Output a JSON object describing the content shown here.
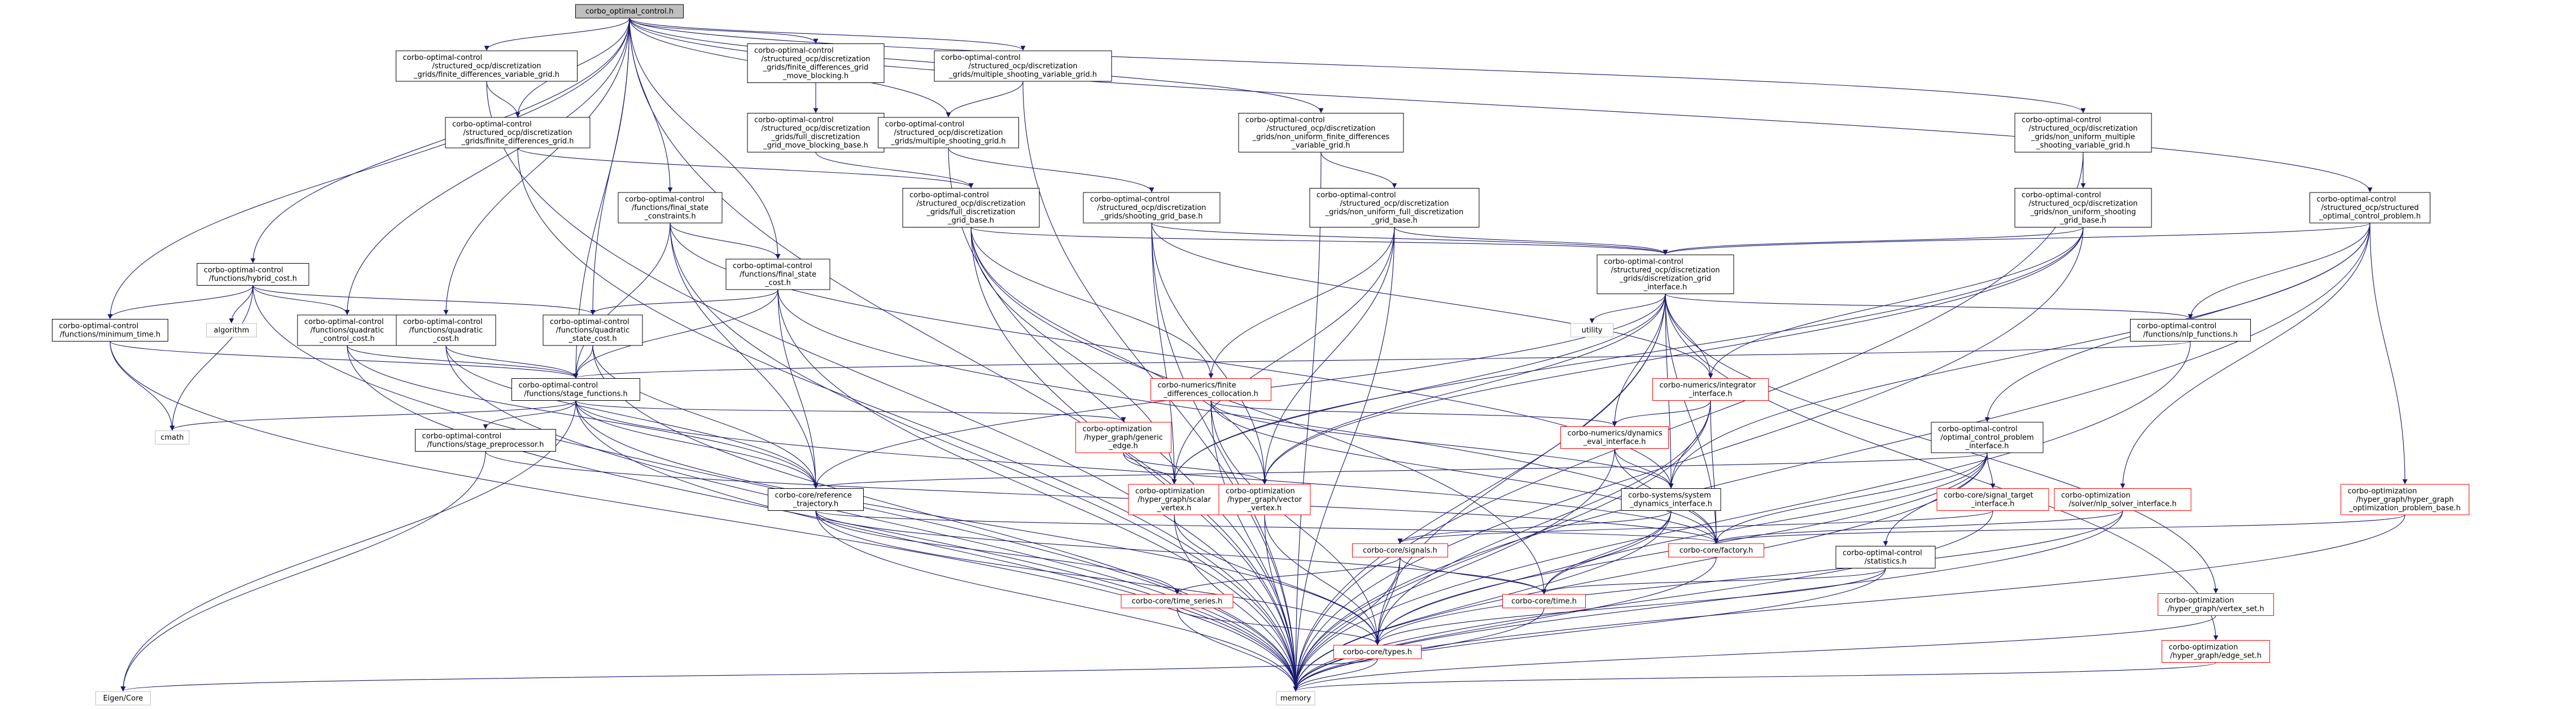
{
  "colors": {
    "edge": "#191970",
    "root_fill": "#bfbfbf",
    "node_border": "#000000",
    "missing_border": "#ff0000",
    "external_border": "#bfbfbf",
    "node_fill": "#ffffff"
  },
  "nodes": [
    {
      "id": "root",
      "kind": "root",
      "lines": [
        "corbo_optimal_control.h"
      ]
    },
    {
      "id": "fd_var",
      "kind": "normal",
      "lines": [
        "corbo-optimal-control",
        "/structured_ocp/discretization",
        "_grids/finite_differences_variable_grid.h"
      ]
    },
    {
      "id": "fd_mb",
      "kind": "normal",
      "lines": [
        "corbo-optimal-control",
        "/structured_ocp/discretization",
        "_grids/finite_differences_grid",
        "_move_blocking.h"
      ]
    },
    {
      "id": "ms_var",
      "kind": "normal",
      "lines": [
        "corbo-optimal-control",
        "/structured_ocp/discretization",
        "_grids/multiple_shooting_variable_grid.h"
      ]
    },
    {
      "id": "fd_grid",
      "kind": "normal",
      "lines": [
        "corbo-optimal-control",
        "/structured_ocp/discretization",
        "_grids/finite_differences_grid.h"
      ]
    },
    {
      "id": "full_mb",
      "kind": "normal",
      "lines": [
        "corbo-optimal-control",
        "/structured_ocp/discretization",
        "_grids/full_discretization",
        "_grid_move_blocking_base.h"
      ]
    },
    {
      "id": "ms_grid",
      "kind": "normal",
      "lines": [
        "corbo-optimal-control",
        "/structured_ocp/discretization",
        "_grids/multiple_shooting_grid.h"
      ]
    },
    {
      "id": "nu_fd",
      "kind": "normal",
      "lines": [
        "corbo-optimal-control",
        "/structured_ocp/discretization",
        "_grids/non_uniform_finite_differences",
        "_variable_grid.h"
      ]
    },
    {
      "id": "nu_ms",
      "kind": "normal",
      "lines": [
        "corbo-optimal-control",
        "/structured_ocp/discretization",
        "_grids/non_uniform_multiple",
        "_shooting_variable_grid.h"
      ]
    },
    {
      "id": "final_state_con",
      "kind": "normal",
      "lines": [
        "corbo-optimal-control",
        "/functions/final_state",
        "_constraints.h"
      ]
    },
    {
      "id": "full_base",
      "kind": "normal",
      "lines": [
        "corbo-optimal-control",
        "/structured_ocp/discretization",
        "_grids/full_discretization",
        "_grid_base.h"
      ]
    },
    {
      "id": "shoot_base",
      "kind": "normal",
      "lines": [
        "corbo-optimal-control",
        "/structured_ocp/discretization",
        "_grids/shooting_grid_base.h"
      ]
    },
    {
      "id": "nu_full",
      "kind": "normal",
      "lines": [
        "corbo-optimal-control",
        "/structured_ocp/discretization",
        "_grids/non_uniform_full_discretization",
        "_grid_base.h"
      ]
    },
    {
      "id": "nu_shoot_base",
      "kind": "normal",
      "lines": [
        "corbo-optimal-control",
        "/structured_ocp/discretization",
        "_grids/non_uniform_shooting",
        "_grid_base.h"
      ]
    },
    {
      "id": "struct_ocp",
      "kind": "normal",
      "lines": [
        "corbo-optimal-control",
        "/structured_ocp/structured",
        "_optimal_control_problem.h"
      ]
    },
    {
      "id": "hybrid_cost",
      "kind": "normal",
      "lines": [
        "corbo-optimal-control",
        "/functions/hybrid_cost.h"
      ]
    },
    {
      "id": "final_state_cost",
      "kind": "normal",
      "lines": [
        "corbo-optimal-control",
        "/functions/final_state",
        "_cost.h"
      ]
    },
    {
      "id": "disc_iface",
      "kind": "normal",
      "lines": [
        "corbo-optimal-control",
        "/structured_ocp/discretization",
        "_grids/discretization_grid",
        "_interface.h"
      ]
    },
    {
      "id": "min_time",
      "kind": "normal",
      "lines": [
        "corbo-optimal-control",
        "/functions/minimum_time.h"
      ]
    },
    {
      "id": "algorithm",
      "kind": "external",
      "lines": [
        "algorithm"
      ]
    },
    {
      "id": "quad_ctrl",
      "kind": "normal",
      "lines": [
        "corbo-optimal-control",
        "/functions/quadratic",
        "_control_cost.h"
      ]
    },
    {
      "id": "quad_cost",
      "kind": "normal",
      "lines": [
        "corbo-optimal-control",
        "/functions/quadratic",
        "_cost.h"
      ]
    },
    {
      "id": "quad_state",
      "kind": "normal",
      "lines": [
        "corbo-optimal-control",
        "/functions/quadratic",
        "_state_cost.h"
      ]
    },
    {
      "id": "utility",
      "kind": "external",
      "lines": [
        "utility"
      ]
    },
    {
      "id": "nlp_funcs",
      "kind": "normal",
      "lines": [
        "corbo-optimal-control",
        "/functions/nlp_functions.h"
      ]
    },
    {
      "id": "stage_funcs",
      "kind": "normal",
      "lines": [
        "corbo-optimal-control",
        "/functions/stage_functions.h"
      ]
    },
    {
      "id": "fd_colloc",
      "kind": "missing",
      "lines": [
        "corbo-numerics/finite",
        "_differences_collocation.h"
      ]
    },
    {
      "id": "integrator",
      "kind": "missing",
      "lines": [
        "corbo-numerics/integrator",
        "_interface.h"
      ]
    },
    {
      "id": "cmath",
      "kind": "external",
      "lines": [
        "cmath"
      ]
    },
    {
      "id": "generic_edge",
      "kind": "missing",
      "lines": [
        "corbo-optimization",
        "/hyper_graph/generic",
        "_edge.h"
      ]
    },
    {
      "id": "dyn_eval",
      "kind": "missing",
      "lines": [
        "corbo-numerics/dynamics",
        "_eval_interface.h"
      ]
    },
    {
      "id": "ocp_iface",
      "kind": "normal",
      "lines": [
        "corbo-optimal-control",
        "/optimal_control_problem",
        "_interface.h"
      ]
    },
    {
      "id": "stage_pre",
      "kind": "normal",
      "lines": [
        "corbo-optimal-control",
        "/functions/stage_preprocessor.h"
      ]
    },
    {
      "id": "ref_traj",
      "kind": "normal",
      "lines": [
        "corbo-core/reference",
        "_trajectory.h"
      ]
    },
    {
      "id": "scalar_vertex",
      "kind": "missing",
      "lines": [
        "corbo-optimization",
        "/hyper_graph/scalar",
        "_vertex.h"
      ]
    },
    {
      "id": "vector_vertex",
      "kind": "missing",
      "lines": [
        "corbo-optimization",
        "/hyper_graph/vector",
        "_vertex.h"
      ]
    },
    {
      "id": "sys_dyn",
      "kind": "normal",
      "lines": [
        "corbo-systems/system",
        "_dynamics_interface.h"
      ]
    },
    {
      "id": "signal_target",
      "kind": "missing",
      "lines": [
        "corbo-core/signal_target",
        "_interface.h"
      ]
    },
    {
      "id": "nlp_solver",
      "kind": "missing",
      "lines": [
        "corbo-optimization",
        "/solver/nlp_solver_interface.h"
      ]
    },
    {
      "id": "hyper_graph_base",
      "kind": "missing",
      "lines": [
        "corbo-optimization",
        "/hyper_graph/hyper_graph",
        "_optimization_problem_base.h"
      ]
    },
    {
      "id": "factory",
      "kind": "missing",
      "lines": [
        "corbo-core/factory.h"
      ]
    },
    {
      "id": "statistics",
      "kind": "normal",
      "lines": [
        "corbo-optimal-control",
        "/statistics.h"
      ]
    },
    {
      "id": "signals",
      "kind": "missing",
      "lines": [
        "corbo-core/signals.h"
      ]
    },
    {
      "id": "time_series",
      "kind": "missing",
      "lines": [
        "corbo-core/time_series.h"
      ]
    },
    {
      "id": "time",
      "kind": "missing",
      "lines": [
        "corbo-core/time.h"
      ]
    },
    {
      "id": "vertex_set",
      "kind": "missing",
      "lines": [
        "corbo-optimization",
        "/hyper_graph/vertex_set.h"
      ]
    },
    {
      "id": "types",
      "kind": "missing",
      "lines": [
        "corbo-core/types.h"
      ]
    },
    {
      "id": "edge_set",
      "kind": "missing",
      "lines": [
        "corbo-optimization",
        "/hyper_graph/edge_set.h"
      ]
    },
    {
      "id": "eigen_core",
      "kind": "external",
      "lines": [
        "Eigen/Core"
      ]
    },
    {
      "id": "memory",
      "kind": "external",
      "lines": [
        "memory"
      ]
    }
  ],
  "edges": [
    [
      "root",
      "fd_var"
    ],
    [
      "root",
      "fd_mb"
    ],
    [
      "root",
      "ms_var"
    ],
    [
      "root",
      "ms_grid"
    ],
    [
      "root",
      "fd_grid"
    ],
    [
      "root",
      "nu_fd"
    ],
    [
      "root",
      "nu_ms"
    ],
    [
      "root",
      "struct_ocp"
    ],
    [
      "root",
      "final_state_con"
    ],
    [
      "root",
      "final_state_cost"
    ],
    [
      "root",
      "hybrid_cost"
    ],
    [
      "root",
      "min_time"
    ],
    [
      "root",
      "quad_ctrl"
    ],
    [
      "root",
      "quad_cost"
    ],
    [
      "root",
      "quad_state"
    ],
    [
      "root",
      "stage_funcs"
    ],
    [
      "root",
      "memory"
    ],
    [
      "fd_var",
      "fd_grid"
    ],
    [
      "fd_var",
      "memory"
    ],
    [
      "fd_mb",
      "full_mb"
    ],
    [
      "ms_var",
      "ms_grid"
    ],
    [
      "ms_var",
      "memory"
    ],
    [
      "fd_grid",
      "full_base"
    ],
    [
      "fd_grid",
      "memory"
    ],
    [
      "full_mb",
      "full_base"
    ],
    [
      "ms_grid",
      "shoot_base"
    ],
    [
      "ms_grid",
      "memory"
    ],
    [
      "nu_fd",
      "nu_full"
    ],
    [
      "nu_fd",
      "memory"
    ],
    [
      "nu_ms",
      "nu_shoot_base"
    ],
    [
      "nu_ms",
      "memory"
    ],
    [
      "final_state_con",
      "final_state_cost"
    ],
    [
      "final_state_con",
      "stage_funcs"
    ],
    [
      "final_state_con",
      "ref_traj"
    ],
    [
      "final_state_con",
      "sys_dyn"
    ],
    [
      "final_state_con",
      "memory"
    ],
    [
      "full_base",
      "disc_iface"
    ],
    [
      "full_base",
      "fd_colloc"
    ],
    [
      "full_base",
      "scalar_vertex"
    ],
    [
      "full_base",
      "vector_vertex"
    ],
    [
      "full_base",
      "time"
    ],
    [
      "full_base",
      "memory"
    ],
    [
      "shoot_base",
      "disc_iface"
    ],
    [
      "shoot_base",
      "integrator"
    ],
    [
      "shoot_base",
      "scalar_vertex"
    ],
    [
      "shoot_base",
      "vector_vertex"
    ],
    [
      "shoot_base",
      "memory"
    ],
    [
      "nu_full",
      "disc_iface"
    ],
    [
      "nu_full",
      "fd_colloc"
    ],
    [
      "nu_full",
      "scalar_vertex"
    ],
    [
      "nu_full",
      "vector_vertex"
    ],
    [
      "nu_full",
      "memory"
    ],
    [
      "nu_shoot_base",
      "disc_iface"
    ],
    [
      "nu_shoot_base",
      "integrator"
    ],
    [
      "nu_shoot_base",
      "scalar_vertex"
    ],
    [
      "nu_shoot_base",
      "vector_vertex"
    ],
    [
      "nu_shoot_base",
      "memory"
    ],
    [
      "struct_ocp",
      "disc_iface"
    ],
    [
      "struct_ocp",
      "nlp_funcs"
    ],
    [
      "struct_ocp",
      "ocp_iface"
    ],
    [
      "struct_ocp",
      "nlp_solver"
    ],
    [
      "struct_ocp",
      "hyper_graph_base"
    ],
    [
      "struct_ocp",
      "sys_dyn"
    ],
    [
      "struct_ocp",
      "memory"
    ],
    [
      "hybrid_cost",
      "min_time"
    ],
    [
      "hybrid_cost",
      "quad_ctrl"
    ],
    [
      "hybrid_cost",
      "quad_state"
    ],
    [
      "hybrid_cost",
      "algorithm"
    ],
    [
      "hybrid_cost",
      "cmath"
    ],
    [
      "hybrid_cost",
      "memory"
    ],
    [
      "final_state_cost",
      "quad_state"
    ],
    [
      "final_state_cost",
      "stage_funcs"
    ],
    [
      "final_state_cost",
      "ref_traj"
    ],
    [
      "final_state_cost",
      "memory"
    ],
    [
      "final_state_cost",
      "factory"
    ],
    [
      "disc_iface",
      "nlp_funcs"
    ],
    [
      "disc_iface",
      "utility"
    ],
    [
      "disc_iface",
      "integrator"
    ],
    [
      "disc_iface",
      "dyn_eval"
    ],
    [
      "disc_iface",
      "ref_traj"
    ],
    [
      "disc_iface",
      "scalar_vertex"
    ],
    [
      "disc_iface",
      "vector_vertex"
    ],
    [
      "disc_iface",
      "sys_dyn"
    ],
    [
      "disc_iface",
      "factory"
    ],
    [
      "disc_iface",
      "types"
    ],
    [
      "disc_iface",
      "vertex_set"
    ],
    [
      "disc_iface",
      "edge_set"
    ],
    [
      "disc_iface",
      "memory"
    ],
    [
      "min_time",
      "stage_funcs"
    ],
    [
      "min_time",
      "cmath"
    ],
    [
      "min_time",
      "memory"
    ],
    [
      "quad_ctrl",
      "stage_funcs"
    ],
    [
      "quad_ctrl",
      "ref_traj"
    ],
    [
      "quad_ctrl",
      "memory"
    ],
    [
      "quad_cost",
      "stage_funcs"
    ],
    [
      "quad_cost",
      "ref_traj"
    ],
    [
      "quad_cost",
      "memory"
    ],
    [
      "quad_state",
      "stage_funcs"
    ],
    [
      "quad_state",
      "ref_traj"
    ],
    [
      "quad_state",
      "memory"
    ],
    [
      "nlp_funcs",
      "stage_funcs"
    ],
    [
      "nlp_funcs",
      "memory"
    ],
    [
      "stage_funcs",
      "stage_pre"
    ],
    [
      "stage_funcs",
      "generic_edge"
    ],
    [
      "stage_funcs",
      "ref_traj"
    ],
    [
      "stage_funcs",
      "cmath"
    ],
    [
      "stage_funcs",
      "types"
    ],
    [
      "stage_funcs",
      "factory"
    ],
    [
      "stage_funcs",
      "eigen_core"
    ],
    [
      "stage_funcs",
      "memory"
    ],
    [
      "fd_colloc",
      "dyn_eval"
    ],
    [
      "fd_colloc",
      "sys_dyn"
    ],
    [
      "fd_colloc",
      "types"
    ],
    [
      "fd_colloc",
      "factory"
    ],
    [
      "fd_colloc",
      "memory"
    ],
    [
      "integrator",
      "dyn_eval"
    ],
    [
      "integrator",
      "sys_dyn"
    ],
    [
      "integrator",
      "types"
    ],
    [
      "integrator",
      "factory"
    ],
    [
      "integrator",
      "memory"
    ],
    [
      "generic_edge",
      "scalar_vertex"
    ],
    [
      "generic_edge",
      "vector_vertex"
    ],
    [
      "dyn_eval",
      "sys_dyn"
    ],
    [
      "dyn_eval",
      "factory"
    ],
    [
      "dyn_eval",
      "memory"
    ],
    [
      "ocp_iface",
      "ref_traj"
    ],
    [
      "ocp_iface",
      "signal_target"
    ],
    [
      "ocp_iface",
      "statistics"
    ],
    [
      "ocp_iface",
      "time"
    ],
    [
      "ocp_iface",
      "factory"
    ],
    [
      "ocp_iface",
      "types"
    ],
    [
      "ocp_iface",
      "memory"
    ],
    [
      "stage_pre",
      "factory"
    ],
    [
      "stage_pre",
      "eigen_core"
    ],
    [
      "ref_traj",
      "time_series"
    ],
    [
      "ref_traj",
      "types"
    ],
    [
      "ref_traj",
      "time"
    ],
    [
      "ref_traj",
      "factory"
    ],
    [
      "ref_traj",
      "memory"
    ],
    [
      "scalar_vertex",
      "types"
    ],
    [
      "scalar_vertex",
      "memory"
    ],
    [
      "vector_vertex",
      "types"
    ],
    [
      "vector_vertex",
      "memory"
    ],
    [
      "sys_dyn",
      "signals"
    ],
    [
      "sys_dyn",
      "time"
    ],
    [
      "sys_dyn",
      "types"
    ],
    [
      "sys_dyn",
      "memory"
    ],
    [
      "signal_target",
      "signals"
    ],
    [
      "signal_target",
      "memory"
    ],
    [
      "nlp_solver",
      "factory"
    ],
    [
      "nlp_solver",
      "types"
    ],
    [
      "nlp_solver",
      "memory"
    ],
    [
      "hyper_graph_base",
      "factory"
    ],
    [
      "hyper_graph_base",
      "memory"
    ],
    [
      "factory",
      "memory"
    ],
    [
      "statistics",
      "time"
    ],
    [
      "statistics",
      "types"
    ],
    [
      "statistics",
      "memory"
    ],
    [
      "signals",
      "time_series"
    ],
    [
      "signals",
      "types"
    ],
    [
      "signals",
      "time"
    ],
    [
      "signals",
      "memory"
    ],
    [
      "time_series",
      "types"
    ],
    [
      "time_series",
      "memory"
    ],
    [
      "time",
      "memory"
    ],
    [
      "vertex_set",
      "memory"
    ],
    [
      "edge_set",
      "memory"
    ],
    [
      "types",
      "eigen_core"
    ],
    [
      "types",
      "memory"
    ]
  ]
}
